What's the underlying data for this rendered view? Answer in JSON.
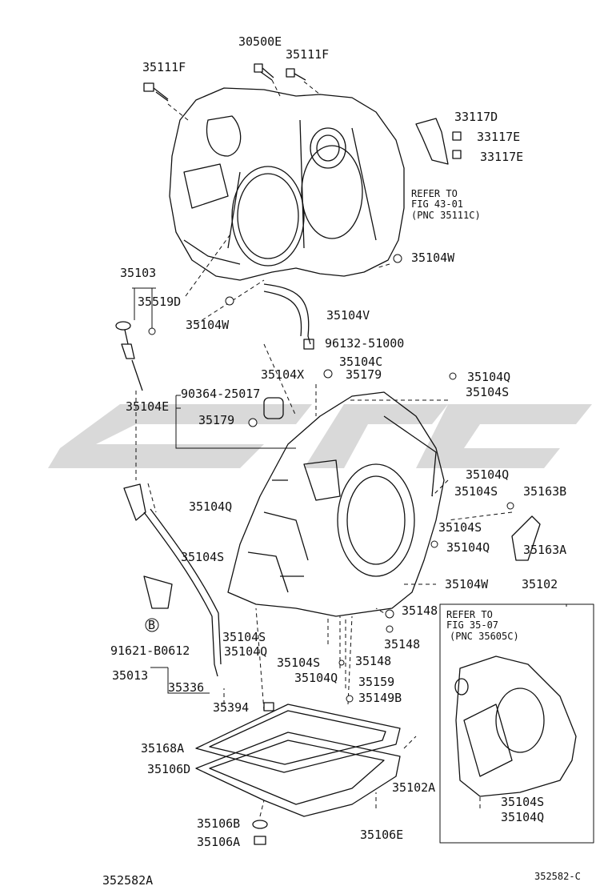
{
  "diagram": {
    "labels": {
      "p30500E": "30500E",
      "p35111F_a": "35111F",
      "p35111F_b": "35111F",
      "p33117D": "33117D",
      "p33117E_a": "33117E",
      "p33117E_b": "33117E",
      "p35104W_a": "35104W",
      "p35103": "35103",
      "p35519D": "35519D",
      "p35104W_b": "35104W",
      "p35104V": "35104V",
      "p96132": "96132-51000",
      "p35104C": "35104C",
      "p35104X": "35104X",
      "p35179_a": "35179",
      "p90364": "90364-25017",
      "p35104E": "35104E",
      "p35179_b": "35179",
      "p35104Q_a": "35104Q",
      "p35104S_a": "35104S",
      "p35104Q_b": "35104Q",
      "p35104S_b": "35104S",
      "p35163B": "35163B",
      "p35104Q_c": "35104Q",
      "p35104S_c": "35104S",
      "p35104S_d": "35104S",
      "p35104Q_d": "35104Q",
      "p35163A": "35163A",
      "p35104W_c": "35104W",
      "p35102": "35102",
      "p35148_a": "35148",
      "p35148_b": "35148",
      "pB": "B",
      "p91621": "91621-B0612",
      "p35104S_e": "35104S",
      "p35104Q_e": "35104Q",
      "p35104S_f": "35104S",
      "p35148_c": "35148",
      "p35013": "35013",
      "p35104Q_f": "35104Q",
      "p35159": "35159",
      "p35336": "35336",
      "p35149B": "35149B",
      "p35394": "35394",
      "p35168A": "35168A",
      "p35106D": "35106D",
      "p35102A": "35102A",
      "p35104S_g": "35104S",
      "p35104Q_g": "35104Q",
      "p35106B": "35106B",
      "p35106A": "35106A",
      "p35106E": "35106E",
      "fig_code_left": "352582A",
      "fig_code_right": "352582-C"
    },
    "notes": {
      "refer1_l1": "REFER TO",
      "refer1_l2": "FIG 43-01",
      "refer1_l3": "(PNC 35111C)",
      "refer2_l1": "REFER TO",
      "refer2_l2": "FIG 35-07",
      "refer2_l3": "(PNC 35605C)"
    },
    "watermark_color": "#d9d9d9",
    "line_color": "#111111"
  }
}
